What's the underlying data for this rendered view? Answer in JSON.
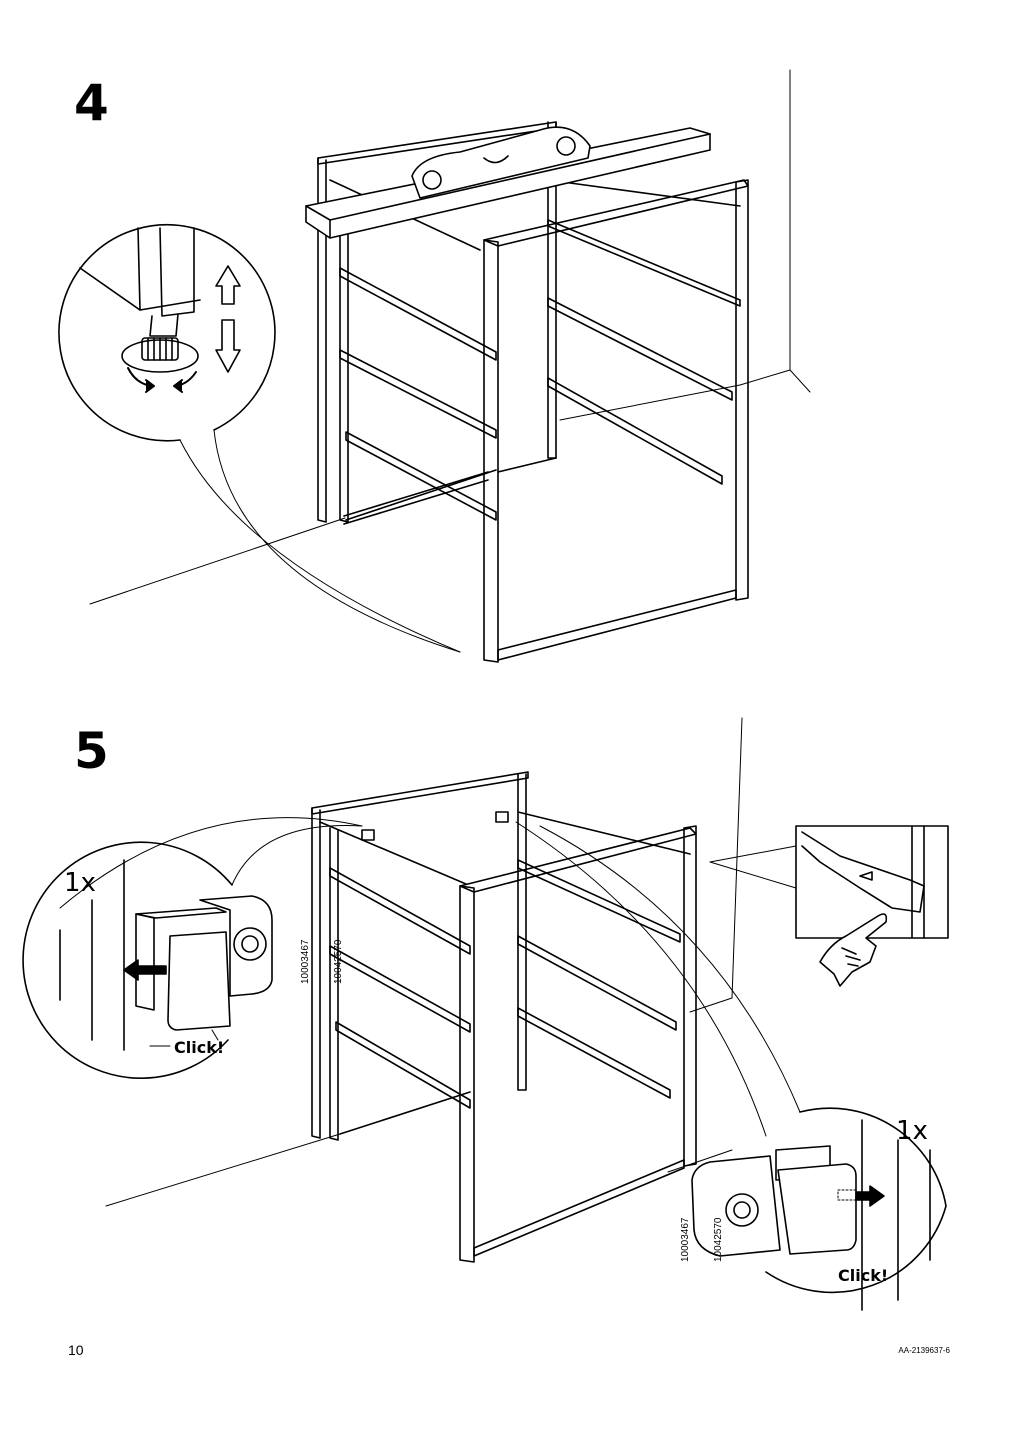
{
  "steps": [
    {
      "number": "4"
    },
    {
      "number": "5"
    }
  ],
  "step5": {
    "left_detail": {
      "quantity": "1x",
      "click": "Click!",
      "article_numbers": [
        "10003467",
        "10042570"
      ]
    },
    "right_detail": {
      "quantity": "1x",
      "click": "Click!",
      "article_numbers": [
        "10003467",
        "10042570"
      ]
    }
  },
  "footer": {
    "page_number": "10",
    "document_code": "AA-2139637-6"
  },
  "icons": [
    "spirit-level-icon",
    "adjustable-foot-icon",
    "rotate-arrows-icon",
    "up-down-arrows-icon",
    "finger-press-icon",
    "push-arrow-icon"
  ]
}
